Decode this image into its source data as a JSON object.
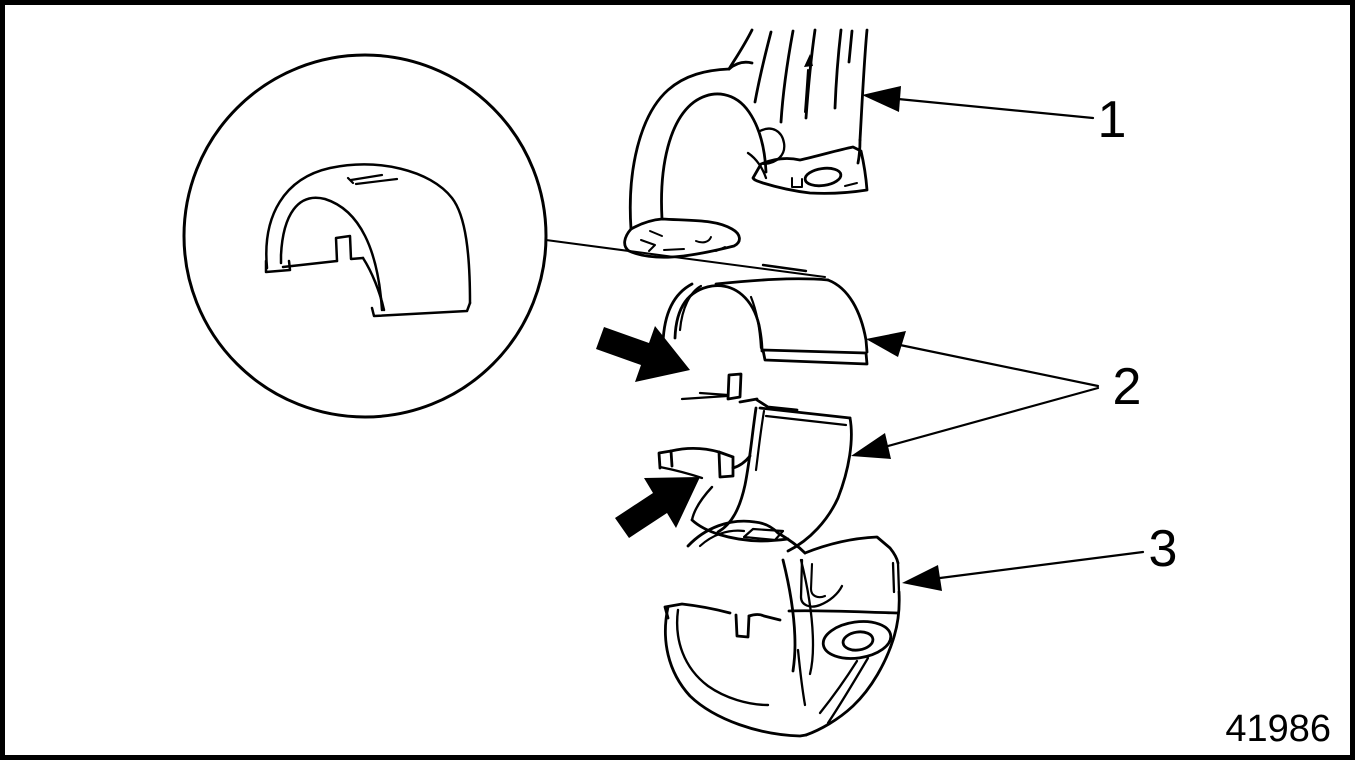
{
  "figure": {
    "background_color": "#ffffff",
    "line_color": "#000000",
    "figure_number": "41986",
    "callout_labels": {
      "one": "1",
      "two": "2",
      "three": "3"
    }
  }
}
